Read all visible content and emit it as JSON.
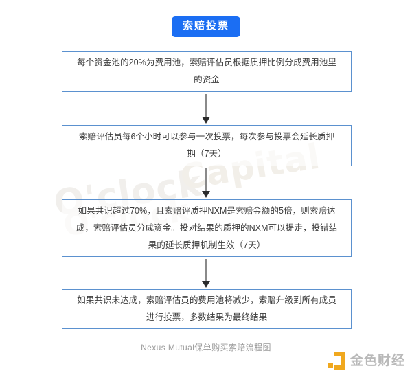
{
  "title": {
    "label": "索赔投票",
    "badge_color": "#1b6ef3",
    "text_color": "#ffffff"
  },
  "watermark": {
    "line1": "O'clock",
    "line2": "Capital",
    "line3": "O'clock",
    "color": "#f1efec"
  },
  "flow": {
    "box_border_color": "#5b91cf",
    "arrow_color": "#8a8a8a",
    "steps": [
      {
        "id": "step-1",
        "text": "每个资金池的20%为费用池，索赔评估员根据质押比例分成费用池里的资金"
      },
      {
        "id": "step-2",
        "text": "索赔评估员每6个小时可以参与一次投票，每次参与投票会延长质押期（7天）"
      },
      {
        "id": "step-3",
        "text": "如果共识超过70%，且索赔评质押NXM是索赔金额的5倍，则索赔达成，索赔评估员分成资金。投对结果的质押的NXM可以提走，投错结果的延长质押机制生效（7天）"
      },
      {
        "id": "step-4",
        "text": "如果共识未达成，索赔评估员的费用池将减少，索赔升级到所有成员进行投票，多数结果为最终结果"
      }
    ]
  },
  "caption": {
    "text": "Nexus Mutual保单购买索赔流程图",
    "color": "#9b9b9b"
  },
  "logo": {
    "name": "金色财经",
    "mark_color": "#f0a81e",
    "text_color": "#b9b9b9",
    "icon": "jinse-caijing-logo-icon"
  }
}
